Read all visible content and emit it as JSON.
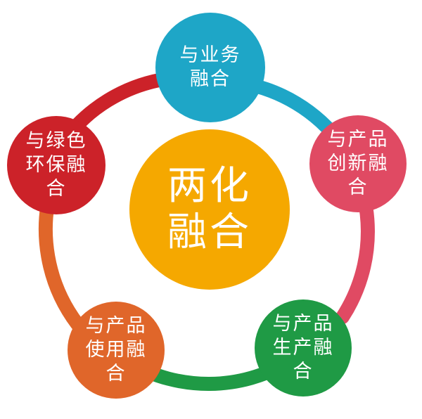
{
  "center": {
    "label": "两化\n融合",
    "color": "#f5a800"
  },
  "nodes": [
    {
      "id": "business",
      "label": "与业务\n融合",
      "color": "#1ea6c7"
    },
    {
      "id": "product-innovation",
      "label": "与产品\n创新融\n合",
      "color": "#e04a63"
    },
    {
      "id": "product-production",
      "label": "与产品\n生产融\n合",
      "color": "#1f9a45"
    },
    {
      "id": "product-use",
      "label": "与产品\n使用融\n合",
      "color": "#e0662a"
    },
    {
      "id": "green-environment",
      "label": "与绿色\n环保融\n合",
      "color": "#cc2229"
    }
  ]
}
